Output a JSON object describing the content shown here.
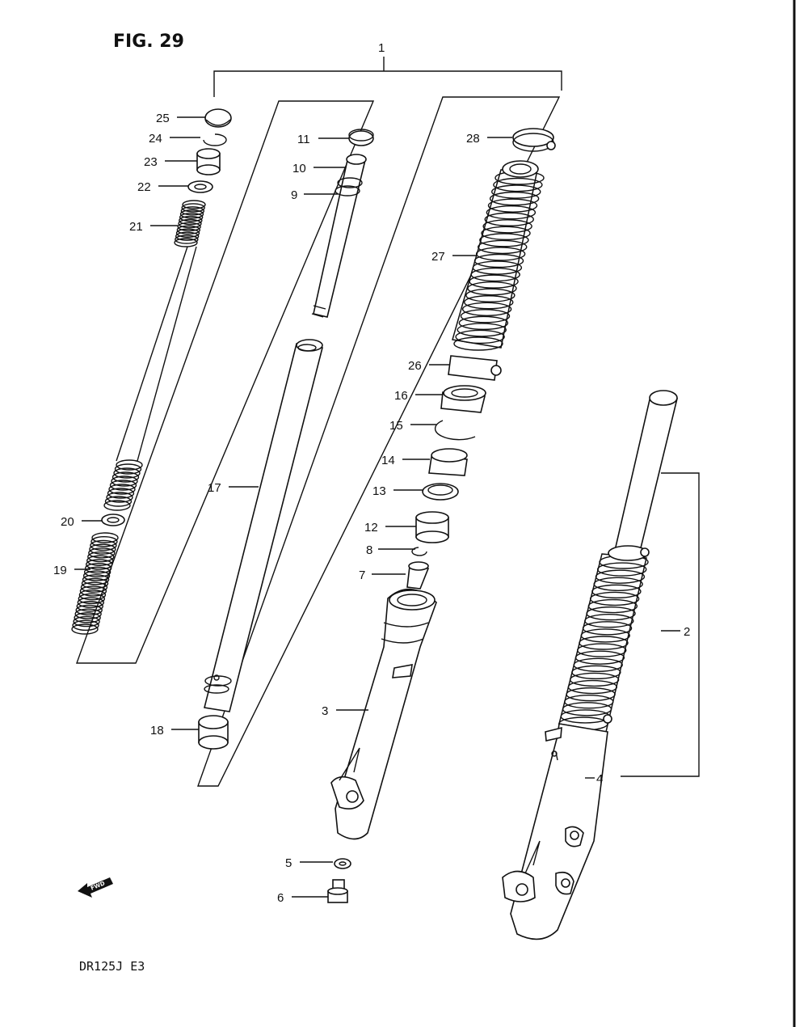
{
  "figure": {
    "title": "FIG. 29",
    "model": "DR125J E3",
    "fwd_label": "FWD"
  },
  "callouts": [
    "1",
    "2",
    "3",
    "4",
    "5",
    "6",
    "7",
    "8",
    "9",
    "10",
    "11",
    "12",
    "13",
    "14",
    "15",
    "16",
    "17",
    "18",
    "19",
    "20",
    "21",
    "22",
    "23",
    "24",
    "25",
    "26",
    "27",
    "28"
  ],
  "colors": {
    "ink": "#111111",
    "paper": "#ffffff"
  },
  "icons": [
    "fwd-arrow-icon"
  ]
}
